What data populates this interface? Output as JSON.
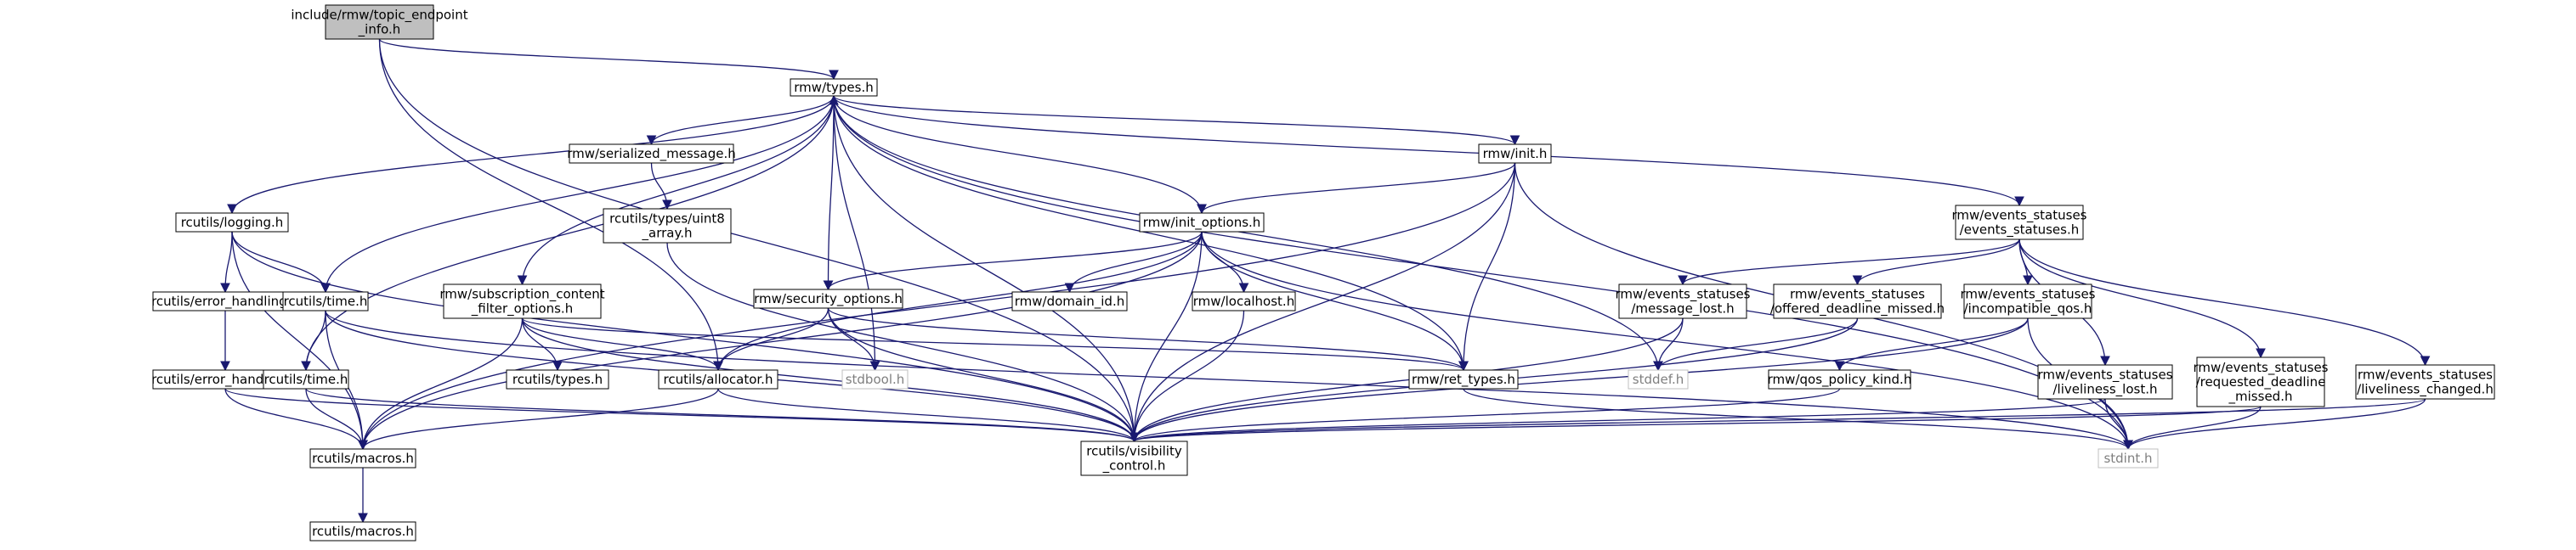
{
  "colors": {
    "edge": "#191970",
    "node_border": "#000000",
    "node_border_external": "#bfbfbf",
    "text_external": "#7f7f7f",
    "root_fill": "#bfbfbf"
  },
  "nodes": [
    {
      "id": "topic_endpoint_info",
      "lines": [
        "include/rmw/topic_endpoint",
        "_info.h"
      ],
      "kind": "root"
    },
    {
      "id": "rmw_types",
      "lines": [
        "rmw/types.h"
      ]
    },
    {
      "id": "serialized_message",
      "lines": [
        "rmw/serialized_message.h"
      ]
    },
    {
      "id": "rmw_init",
      "lines": [
        "rmw/init.h"
      ]
    },
    {
      "id": "rcutils_logging",
      "lines": [
        "rcutils/logging.h"
      ]
    },
    {
      "id": "uint8_array",
      "lines": [
        "rcutils/types/uint8",
        "_array.h"
      ]
    },
    {
      "id": "init_options",
      "lines": [
        "rmw/init_options.h"
      ]
    },
    {
      "id": "events_statuses",
      "lines": [
        "rmw/events_statuses",
        "/events_statuses.h"
      ]
    },
    {
      "id": "error_handling_1",
      "lines": [
        "rcutils/error_handling.h"
      ]
    },
    {
      "id": "rcutils_time_1",
      "lines": [
        "rcutils/time.h"
      ]
    },
    {
      "id": "sub_content_filter",
      "lines": [
        "rmw/subscription_content",
        "_filter_options.h"
      ]
    },
    {
      "id": "security_options",
      "lines": [
        "rmw/security_options.h"
      ]
    },
    {
      "id": "domain_id",
      "lines": [
        "rmw/domain_id.h"
      ]
    },
    {
      "id": "localhost",
      "lines": [
        "rmw/localhost.h"
      ]
    },
    {
      "id": "message_lost",
      "lines": [
        "rmw/events_statuses",
        "/message_lost.h"
      ]
    },
    {
      "id": "offered_deadline",
      "lines": [
        "rmw/events_statuses",
        "/offered_deadline_missed.h"
      ]
    },
    {
      "id": "incompatible_qos",
      "lines": [
        "rmw/events_statuses",
        "/incompatible_qos.h"
      ]
    },
    {
      "id": "error_handling_2",
      "lines": [
        "rcutils/error_handling.h"
      ]
    },
    {
      "id": "rcutils_time_2",
      "lines": [
        "rcutils/time.h"
      ]
    },
    {
      "id": "rcutils_types",
      "lines": [
        "rcutils/types.h"
      ]
    },
    {
      "id": "rcutils_allocator",
      "lines": [
        "rcutils/allocator.h"
      ]
    },
    {
      "id": "stdbool",
      "lines": [
        "stdbool.h"
      ],
      "kind": "external"
    },
    {
      "id": "ret_types",
      "lines": [
        "rmw/ret_types.h"
      ]
    },
    {
      "id": "stddef",
      "lines": [
        "stddef.h"
      ],
      "kind": "external"
    },
    {
      "id": "qos_policy_kind",
      "lines": [
        "rmw/qos_policy_kind.h"
      ]
    },
    {
      "id": "liveliness_lost",
      "lines": [
        "rmw/events_statuses",
        "/liveliness_lost.h"
      ]
    },
    {
      "id": "requested_deadline",
      "lines": [
        "rmw/events_statuses",
        "/requested_deadline",
        "_missed.h"
      ]
    },
    {
      "id": "liveliness_changed",
      "lines": [
        "rmw/events_statuses",
        "/liveliness_changed.h"
      ]
    },
    {
      "id": "rcutils_macros_1",
      "lines": [
        "rcutils/macros.h"
      ]
    },
    {
      "id": "visibility_control",
      "lines": [
        "rcutils/visibility",
        "_control.h"
      ]
    },
    {
      "id": "stdint",
      "lines": [
        "stdint.h"
      ],
      "kind": "external"
    },
    {
      "id": "rcutils_macros_2",
      "lines": [
        "rcutils/macros.h"
      ]
    }
  ],
  "edges": [
    [
      "topic_endpoint_info",
      "rmw_types"
    ],
    [
      "topic_endpoint_info",
      "rcutils_allocator"
    ],
    [
      "topic_endpoint_info",
      "visibility_control"
    ],
    [
      "rmw_types",
      "serialized_message"
    ],
    [
      "rmw_types",
      "rmw_init"
    ],
    [
      "rmw_types",
      "rcutils_logging"
    ],
    [
      "rmw_types",
      "init_options"
    ],
    [
      "rmw_types",
      "events_statuses"
    ],
    [
      "rmw_types",
      "rcutils_time_1"
    ],
    [
      "rmw_types",
      "sub_content_filter"
    ],
    [
      "rmw_types",
      "security_options"
    ],
    [
      "rmw_types",
      "stdbool"
    ],
    [
      "rmw_types",
      "ret_types"
    ],
    [
      "rmw_types",
      "stddef"
    ],
    [
      "rmw_types",
      "visibility_control"
    ],
    [
      "rmw_types",
      "stdint"
    ],
    [
      "serialized_message",
      "uint8_array"
    ],
    [
      "uint8_array",
      "visibility_control"
    ],
    [
      "rmw_init",
      "init_options"
    ],
    [
      "rmw_init",
      "ret_types"
    ],
    [
      "rmw_init",
      "visibility_control"
    ],
    [
      "rmw_init",
      "rcutils_macros_1"
    ],
    [
      "rmw_init",
      "stdint"
    ],
    [
      "rcutils_logging",
      "error_handling_1"
    ],
    [
      "rcutils_logging",
      "rcutils_time_1"
    ],
    [
      "rcutils_logging",
      "rcutils_macros_1"
    ],
    [
      "rcutils_logging",
      "visibility_control"
    ],
    [
      "error_handling_1",
      "error_handling_2"
    ],
    [
      "error_handling_2",
      "rcutils_macros_1"
    ],
    [
      "error_handling_2",
      "visibility_control"
    ],
    [
      "rcutils_time_1",
      "rcutils_time_2"
    ],
    [
      "rcutils_time_1",
      "rcutils_macros_1"
    ],
    [
      "rcutils_time_1",
      "visibility_control"
    ],
    [
      "rcutils_time_1",
      "stdint"
    ],
    [
      "rcutils_time_2",
      "rmw_types"
    ],
    [
      "rcutils_time_2",
      "rcutils_macros_1"
    ],
    [
      "rcutils_time_2",
      "visibility_control"
    ],
    [
      "init_options",
      "security_options"
    ],
    [
      "init_options",
      "domain_id"
    ],
    [
      "init_options",
      "localhost"
    ],
    [
      "init_options",
      "ret_types"
    ],
    [
      "init_options",
      "rcutils_allocator"
    ],
    [
      "init_options",
      "visibility_control"
    ],
    [
      "init_options",
      "rcutils_macros_1"
    ],
    [
      "init_options",
      "stdint"
    ],
    [
      "sub_content_filter",
      "rcutils_types"
    ],
    [
      "sub_content_filter",
      "rcutils_allocator"
    ],
    [
      "sub_content_filter",
      "ret_types"
    ],
    [
      "sub_content_filter",
      "visibility_control"
    ],
    [
      "sub_content_filter",
      "rcutils_macros_1"
    ],
    [
      "security_options",
      "rcutils_allocator"
    ],
    [
      "security_options",
      "stdbool"
    ],
    [
      "security_options",
      "ret_types"
    ],
    [
      "security_options",
      "visibility_control"
    ],
    [
      "localhost",
      "visibility_control"
    ],
    [
      "rcutils_allocator",
      "rcutils_macros_1"
    ],
    [
      "rcutils_allocator",
      "visibility_control"
    ],
    [
      "ret_types",
      "stdint"
    ],
    [
      "events_statuses",
      "message_lost"
    ],
    [
      "events_statuses",
      "offered_deadline"
    ],
    [
      "events_statuses",
      "incompatible_qos"
    ],
    [
      "events_statuses",
      "liveliness_lost"
    ],
    [
      "events_statuses",
      "requested_deadline"
    ],
    [
      "events_statuses",
      "liveliness_changed"
    ],
    [
      "message_lost",
      "stddef"
    ],
    [
      "message_lost",
      "visibility_control"
    ],
    [
      "offered_deadline",
      "stddef"
    ],
    [
      "offered_deadline",
      "visibility_control"
    ],
    [
      "incompatible_qos",
      "qos_policy_kind"
    ],
    [
      "incompatible_qos",
      "visibility_control"
    ],
    [
      "incompatible_qos",
      "stdint"
    ],
    [
      "qos_policy_kind",
      "visibility_control"
    ],
    [
      "liveliness_lost",
      "stdint"
    ],
    [
      "liveliness_lost",
      "visibility_control"
    ],
    [
      "requested_deadline",
      "stdint"
    ],
    [
      "requested_deadline",
      "visibility_control"
    ],
    [
      "liveliness_changed",
      "stdint"
    ],
    [
      "liveliness_changed",
      "visibility_control"
    ],
    [
      "rcutils_macros_1",
      "rcutils_macros_2"
    ]
  ]
}
